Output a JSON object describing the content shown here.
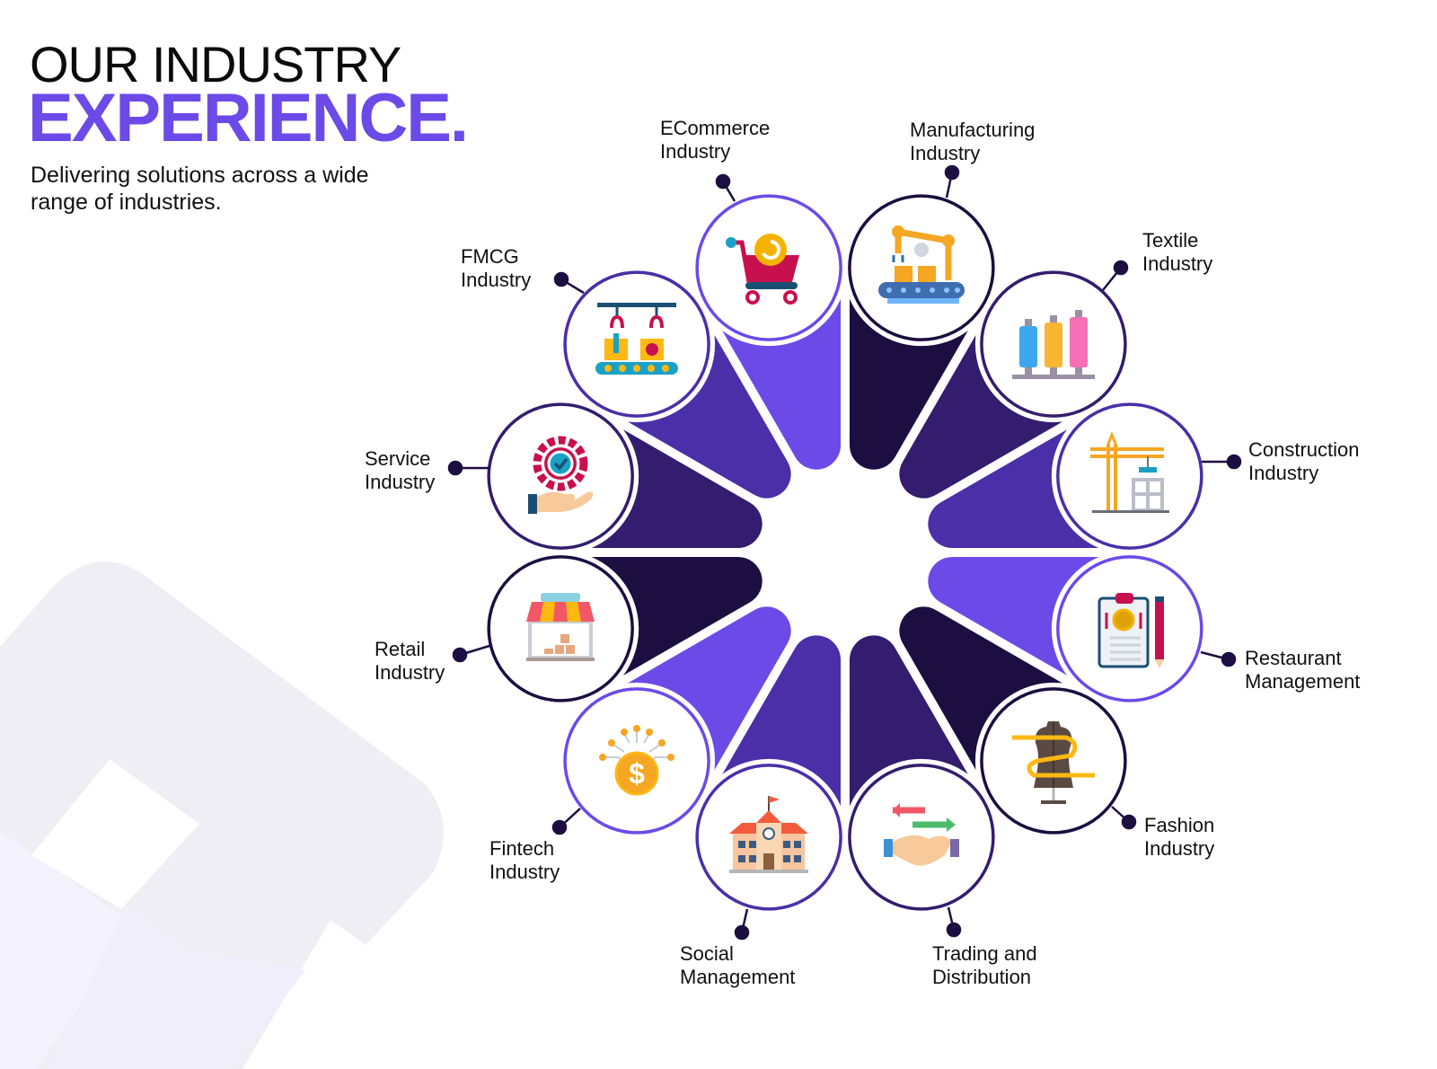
{
  "header": {
    "title_line1": "OUR INDUSTRY",
    "title_line2": "EXPERIENCE.",
    "subtitle": "Delivering solutions across a wide range of industries."
  },
  "colors": {
    "accent": "#6b4ae8",
    "dark": "#1c0e40",
    "deep": "#341c6e",
    "mid": "#4a2fa8"
  },
  "industries": [
    {
      "lines": [
        "ECommerce",
        "Industry"
      ],
      "icon": "shopping-cart-icon",
      "color": "#6b4ae8"
    },
    {
      "lines": [
        "Manufacturing",
        "Industry"
      ],
      "icon": "robotic-arm-conveyor-icon",
      "color": "#1c0e40"
    },
    {
      "lines": [
        "Textile",
        "Industry"
      ],
      "icon": "thread-spools-icon",
      "color": "#341c6e"
    },
    {
      "lines": [
        "Construction",
        "Industry"
      ],
      "icon": "crane-icon",
      "color": "#4a2fa8"
    },
    {
      "lines": [
        "Restaurant",
        "Management"
      ],
      "icon": "menu-clipboard-icon",
      "color": "#6b4ae8"
    },
    {
      "lines": [
        "Fashion",
        "Industry"
      ],
      "icon": "mannequin-icon",
      "color": "#1c0e40"
    },
    {
      "lines": [
        "Trading and",
        "Distribution"
      ],
      "icon": "handshake-icon",
      "color": "#341c6e"
    },
    {
      "lines": [
        "Social",
        "Management"
      ],
      "icon": "school-building-icon",
      "color": "#4a2fa8"
    },
    {
      "lines": [
        "Fintech",
        "Industry"
      ],
      "icon": "dollar-coin-circuit-icon",
      "color": "#6b4ae8"
    },
    {
      "lines": [
        "Retail",
        "Industry"
      ],
      "icon": "storefront-icon",
      "color": "#1c0e40"
    },
    {
      "lines": [
        "Service",
        "Industry"
      ],
      "icon": "gear-hand-check-icon",
      "color": "#341c6e"
    },
    {
      "lines": [
        "FMCG",
        "Industry"
      ],
      "icon": "packaging-line-icon",
      "color": "#4a2fa8"
    }
  ]
}
